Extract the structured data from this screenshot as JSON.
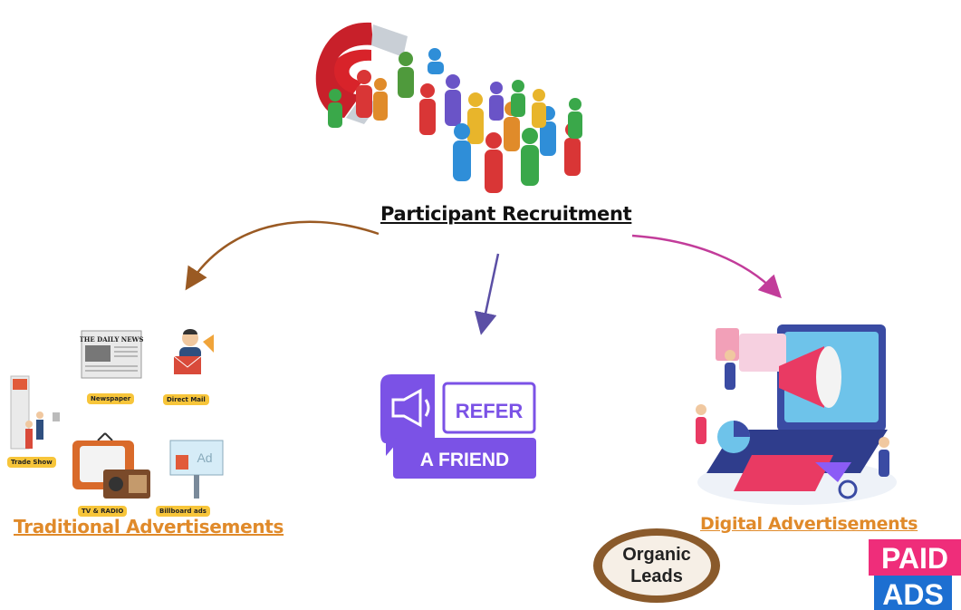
{
  "main_title": "Participant Recruitment",
  "traditional": {
    "title": "Traditional Advertisements",
    "newspaper_masthead": "THE DAILY NEWS",
    "labels": {
      "newspaper": "Newspaper",
      "direct_mail": "Direct Mail",
      "trade_show": "Trade Show",
      "tv_radio": "TV & RADIO",
      "billboard": "Billboard ads",
      "billboard_text": "Ad"
    }
  },
  "refer": {
    "line1": "REFER",
    "line2": "A FRIEND"
  },
  "digital": {
    "title": "Digital Advertisements"
  },
  "organic": {
    "line1": "Organic",
    "line2": "Leads"
  },
  "paid": {
    "line1": "PAID",
    "line2": "ADS"
  },
  "colors": {
    "arrow_left": "#9a5a23",
    "arrow_center": "#5b4fa5",
    "arrow_right": "#c23c9a",
    "refer_purple": "#7b52e6",
    "orange_title": "#e08a2a",
    "organic_brown": "#8a5a2b",
    "paid_pink": "#ef2d7a",
    "paid_blue": "#1d6fd1"
  }
}
